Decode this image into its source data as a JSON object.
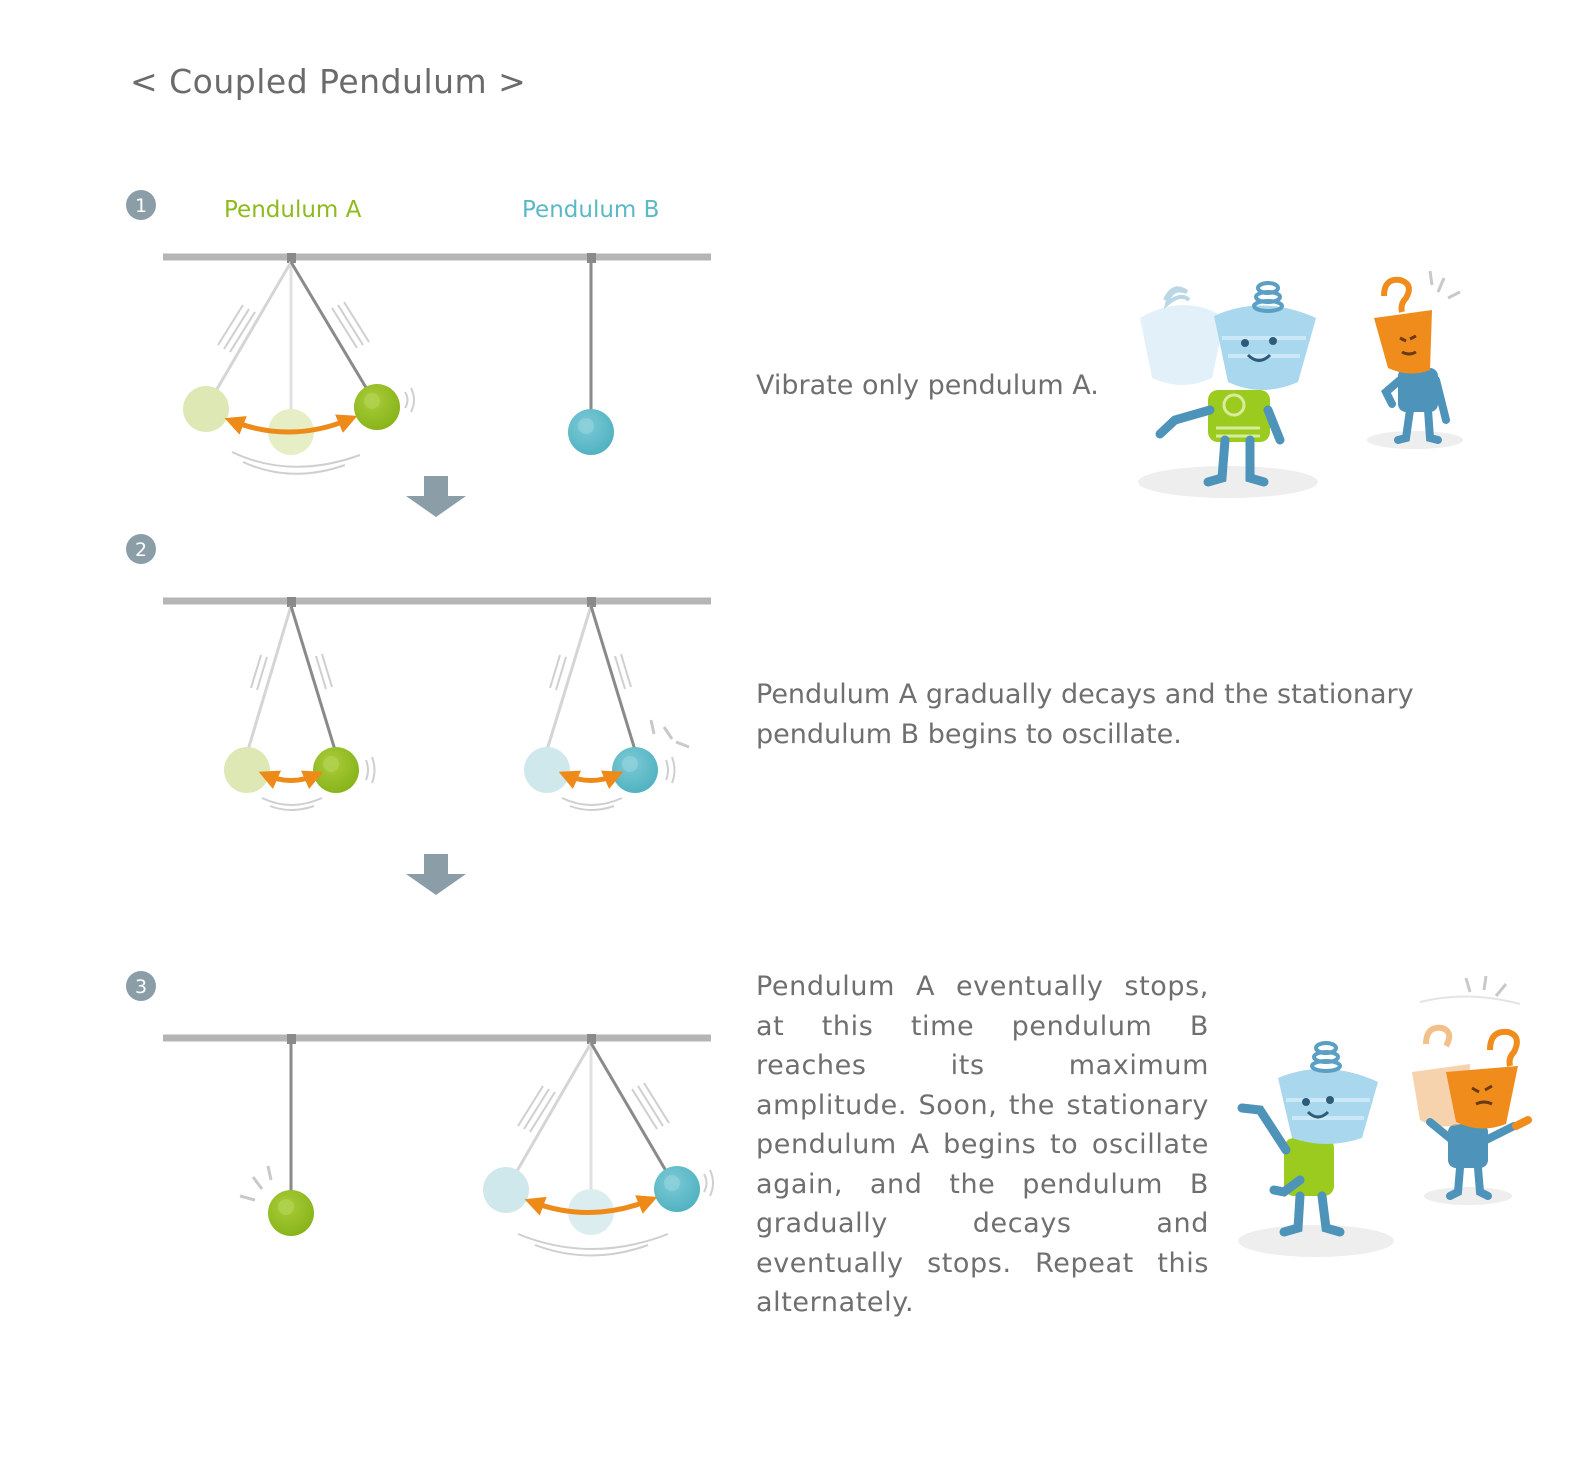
{
  "title": "< Coupled Pendulum >",
  "labels": {
    "pendulum_a": "Pendulum A",
    "pendulum_b": "Pendulum B"
  },
  "steps": [
    {
      "number": "1",
      "text": "Vibrate only pendulum A."
    },
    {
      "number": "2",
      "text": "Pendulum A gradually decays and the stationary pendulum B begins to oscillate."
    },
    {
      "number": "3",
      "text": "Pendulum A eventually stops, at this time pendulum B reaches its maximum amplitude. Soon, the stationary pendulum A begins to oscillate again, and the pendulum B gradually decays and eventually stops. Repeat this alternately."
    }
  ],
  "colors": {
    "green": "#8fba1d",
    "green_light": "#dde8b4",
    "teal": "#5bb8c6",
    "teal_light": "#cfe8ec",
    "orange": "#ee8a18",
    "bar": "#b5b5b5",
    "string": "#8a8a8a",
    "arrow": "#8b9ea8",
    "badge": "#8b9ea8",
    "character_blue": "#a9d7ee",
    "character_orange": "#f08c1c"
  }
}
